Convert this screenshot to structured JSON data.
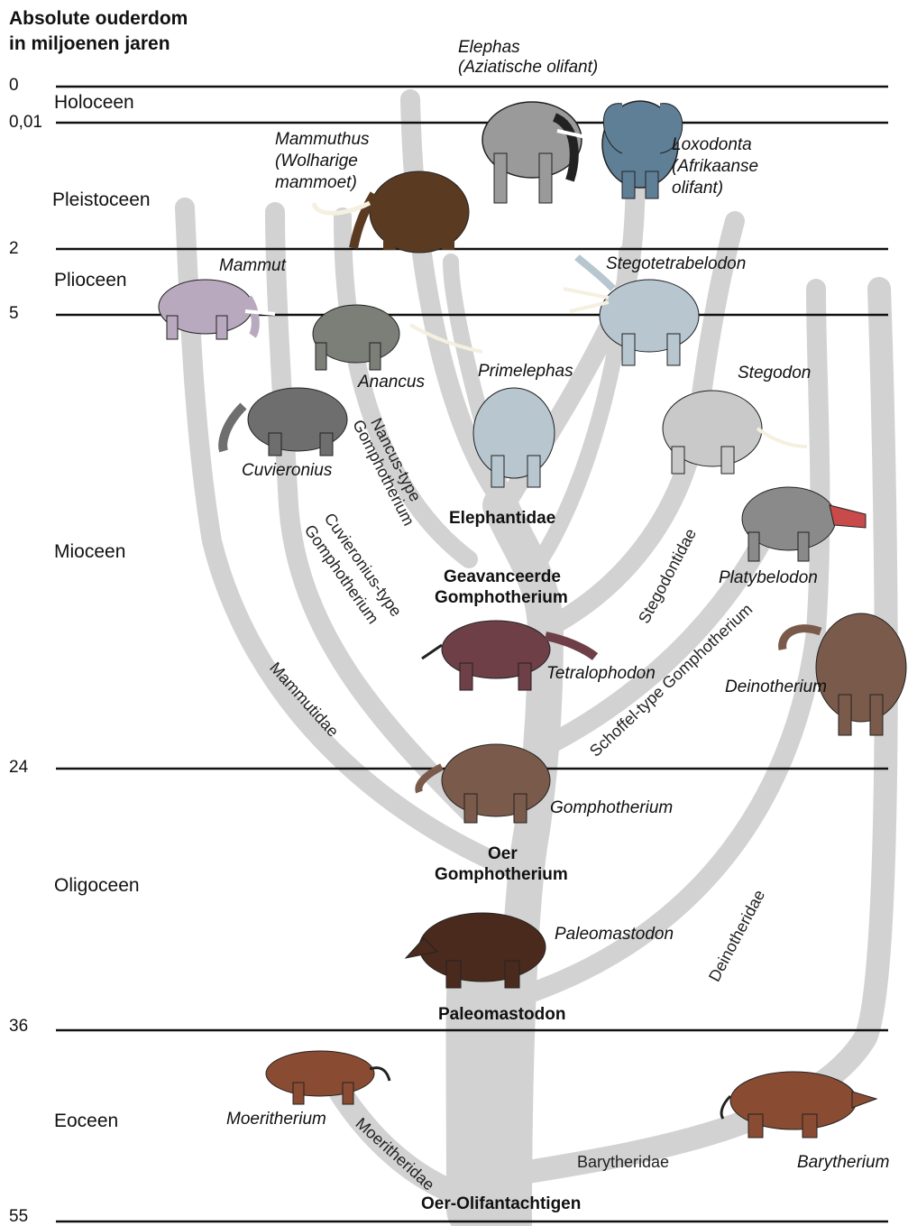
{
  "title": {
    "line1": "Absolute ouderdom",
    "line2": "in miljoenen jaren"
  },
  "ages": [
    "0",
    "0,01",
    "2",
    "5",
    "24",
    "36",
    "55"
  ],
  "epochs": [
    "Holoceen",
    "Pleistoceen",
    "Plioceen",
    "Mioceen",
    "Oligoceen",
    "Eoceen"
  ],
  "species": {
    "elephas": {
      "name": "Elephas",
      "common": "(Aziatische olifant)"
    },
    "loxodonta": {
      "name": "Loxodonta",
      "common1": "(Afrikaanse",
      "common2": "olifant)"
    },
    "mammuthus": {
      "name": "Mammuthus",
      "common1": "(Wolharige",
      "common2": "mammoet)"
    },
    "mammut": "Mammut",
    "stegotetrabelodon": "Stegotetrabelodon",
    "anancus": "Anancus",
    "primelephas": "Primelephas",
    "stegodon": "Stegodon",
    "cuvieronius": "Cuvieronius",
    "platybelodon": "Platybelodon",
    "tetralophodon": "Tetralophodon",
    "deinotherium": "Deinotherium",
    "gomphotherium": "Gomphotherium",
    "paleomastodon": "Paleomastodon",
    "moeritherium": "Moeritherium",
    "barytherium": "Barytherium"
  },
  "groups": {
    "elephantidae": "Elephantidae",
    "geavanceerde1": "Geavanceerde",
    "geavanceerde2": "Gomphotherium",
    "oer1": "Oer",
    "oer2": "Gomphotherium",
    "paleomastodon": "Paleomastodon",
    "oer_olifant": "Oer-Olifantachtigen"
  },
  "branches": {
    "nancus1": "Nancus-type",
    "nancus2": "Gomphotherium",
    "cuvieronius1": "Cuvieronius-type",
    "cuvieronius2": "Gomphotherium",
    "mammutidae": "Mammutidae",
    "stegodontidae": "Stegodontidae",
    "schoffel": "Schoffel-type Gomphotherium",
    "deinotheridae": "Deinotheridae",
    "moeritheridae": "Moeritheridae",
    "barytheridae": "Barytheridae"
  },
  "colors": {
    "tree": "#d2d2d2",
    "mammoth": "#5b3a22",
    "asian": "#9a9a9a",
    "african": "#5f7f96",
    "lilac": "#b8a9be",
    "greygreen": "#7b7f78",
    "lightgrey": "#c9c9c9",
    "bluegrey": "#b7c6cf",
    "darkgrey": "#6e6e6e",
    "maroon": "#6e3f47",
    "brown": "#7a5a4a",
    "darkbrown": "#4a2a1c",
    "rust": "#8a4b33"
  }
}
